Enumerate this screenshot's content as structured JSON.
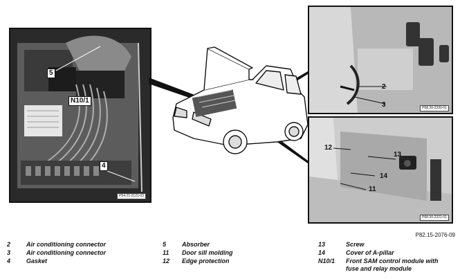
{
  "figure_id": "P82.15-2076-09",
  "photos": {
    "left": {
      "ref_code": "P54.21-2121-03",
      "callouts": [
        "5",
        "N10/1",
        "4"
      ]
    },
    "top_right": {
      "ref_code": "P68.30-2330-01",
      "callouts": [
        "2",
        "3"
      ]
    },
    "bottom_right": {
      "ref_code": "P68.30-2321-01",
      "callouts": [
        "12",
        "13",
        "14",
        "11"
      ]
    }
  },
  "legend": {
    "col1": [
      {
        "num": "2",
        "text": "Air conditioning connector"
      },
      {
        "num": "3",
        "text": "Air conditioning connector"
      },
      {
        "num": "4",
        "text": "Gasket"
      }
    ],
    "col2": [
      {
        "num": "5",
        "text": "Absorber"
      },
      {
        "num": "11",
        "text": "Door sill molding"
      },
      {
        "num": "12",
        "text": "Edge protection"
      }
    ],
    "col3": [
      {
        "num": "13",
        "text": "Screw"
      },
      {
        "num": "14",
        "text": "Cover of A-pillar"
      },
      {
        "num": "N10/1",
        "text": "Front SAM control module with fuse and relay module"
      }
    ]
  }
}
